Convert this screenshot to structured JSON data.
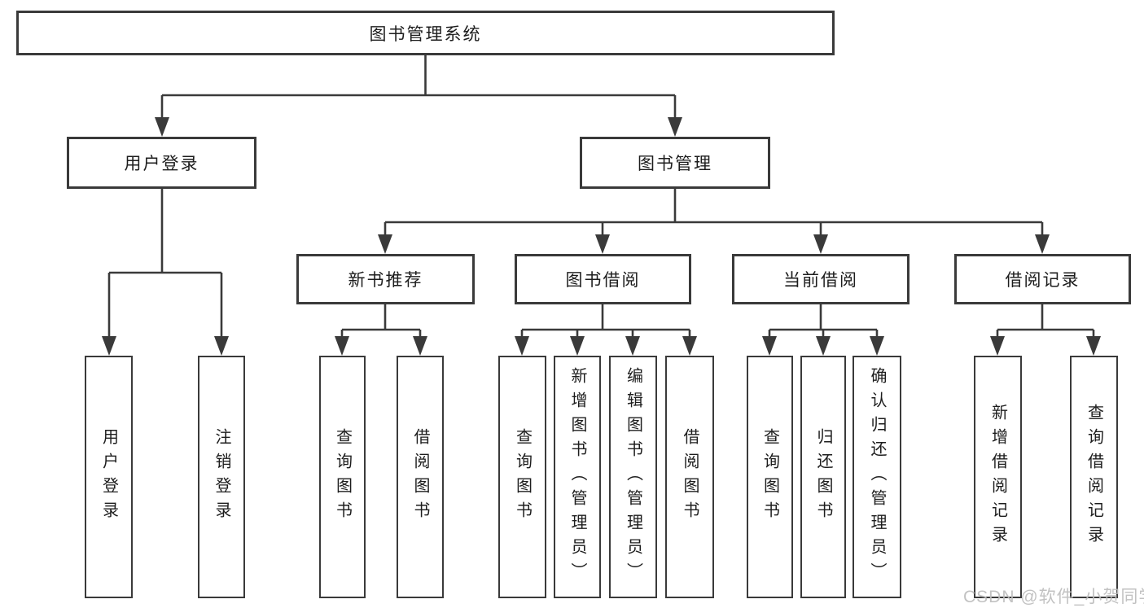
{
  "diagram": {
    "root": "图书管理系统",
    "level2": {
      "user_login": "用户登录",
      "book_mgmt": "图书管理"
    },
    "level3": {
      "new_book_rec": "新书推荐",
      "book_borrow": "图书借阅",
      "current_borrow": "当前借阅",
      "borrow_records": "借阅记录"
    },
    "leaves": {
      "ul_login": "用户登录",
      "ul_logout": "注销登录",
      "nb_query": "查询图书",
      "nb_borrow": "借阅图书",
      "bb_query": "查询图书",
      "bb_add": "新增图书（管理员）",
      "bb_edit": "编辑图书（管理员）",
      "bb_borrow": "借阅图书",
      "cb_query": "查询图书",
      "cb_return": "归还图书",
      "cb_confirm": "确认归还（管理员）",
      "br_add": "新增借阅记录",
      "br_query": "查询借阅记录"
    }
  },
  "watermark": "CSDN @软件_小贺同学",
  "colors": {
    "line": "#3a3a3a",
    "box_border": "#3a3a3a",
    "box_fill": "#ffffff",
    "text": "#1d1d1d",
    "watermark": "#bdbdbd"
  }
}
